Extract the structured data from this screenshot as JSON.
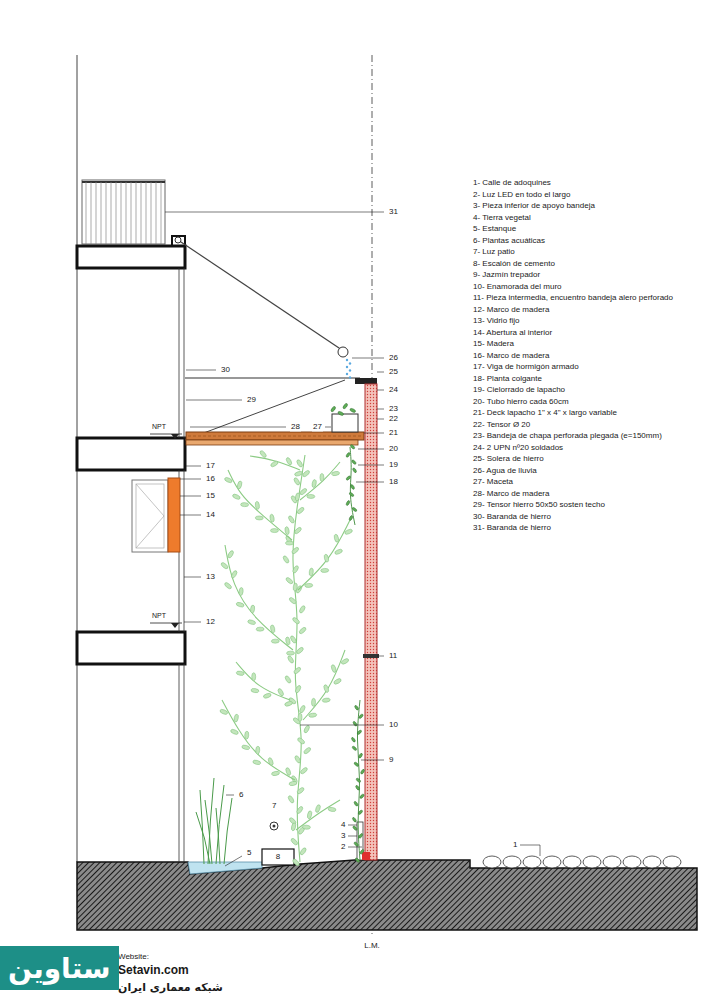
{
  "diagram": {
    "nodes": [
      {
        "text": [
          "ستاوین"
        ]
      }
    ],
    "labels": [
      "1- Calle de adoquines",
      "2- Luz LED en todo el largo",
      "3- Pieza inferior de apoyo bandeja",
      "4- Tierra vegetal",
      "5- Estanque",
      "6- Plantas acuáticas",
      "7- Luz patio",
      "8- Escalón de cemento",
      "9- Jazmín trepador",
      "10- Enamorada del muro",
      "11- Pieza intermedia, encuentro bandeja alero perforado",
      "12- Marco de madera",
      "13- Vidrio fijo",
      "14- Abertura al interior",
      "15- Madera",
      "16- Marco de madera",
      "17- Viga de hormigón armado",
      "18- Planta colgante",
      "19- Cielorrado de lapacho",
      "20- Tubo hierro cada 60cm",
      "21- Deck lapacho 1\" x 4\" x largo variable",
      "22- Tensor Ø 20",
      "23- Bandeja de chapa perforada plegada (e=150mm)",
      "24- 2 UPN nº20 soldados",
      "25- Solera de hierro",
      "26- Agua de lluvia",
      "27- Maceta",
      "28- Marco de madera",
      "29- Tensor hierro 50x50 sosten techo",
      "30- Baranda de hierro",
      "31- Baranda de hierro",
      "31",
      "26",
      "25",
      "24",
      "23",
      "22",
      "21",
      "20",
      "19",
      "18",
      "30",
      "29",
      "28",
      "27",
      "17",
      "16",
      "15",
      "14",
      "13",
      "12",
      "11",
      "10",
      "9",
      "4",
      "3",
      "2",
      "1",
      "6",
      "7",
      "5",
      "8",
      "NPT",
      "NPT",
      "L.M.",
      "Website:",
      "Setavin.com",
      "شبکه معماری ایران"
    ]
  }
}
